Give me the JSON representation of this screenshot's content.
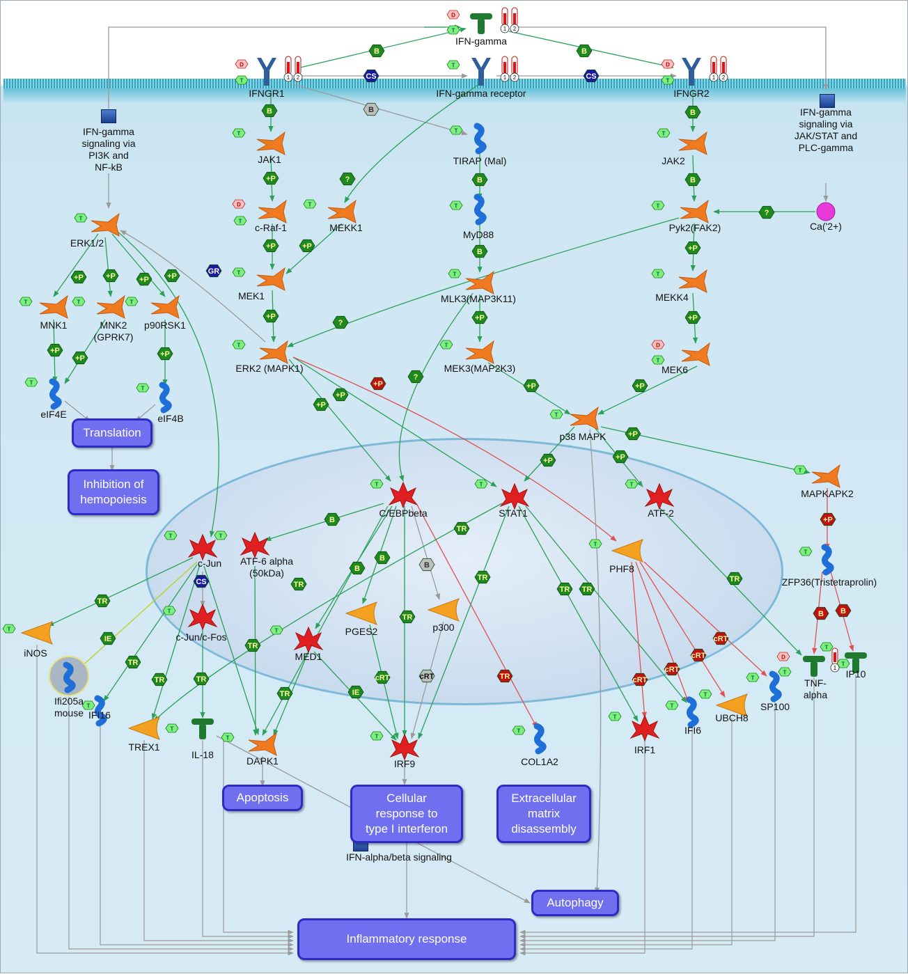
{
  "diagram": {
    "nodes": {
      "ifn_gamma": "IFN-gamma",
      "ifngr1": "IFNGR1",
      "ifn_gamma_receptor": "IFN-gamma receptor",
      "ifngr2": "IFNGR2",
      "ifn_pi3k": "IFN-gamma\nsignaling via\nPI3K and\nNF-kB",
      "ifn_jak_stat": "IFN-gamma\nsignaling via\nJAK/STAT and\nPLC-gamma",
      "jak1": "JAK1",
      "tirap": "TIRAP (Mal)",
      "jak2": "JAK2",
      "craf1": "c-Raf-1",
      "mekk1": "MEKK1",
      "myd88": "MyD88",
      "pyk2": "Pyk2(FAK2)",
      "ca2": "Ca('2+)",
      "erk12": "ERK1/2",
      "mek1": "MEK1",
      "mlk3": "MLK3(MAP3K11)",
      "mekk4": "MEKK4",
      "mnk1": "MNK1",
      "mnk2": "MNK2\n(GPRK7)",
      "p90rsk1": "p90RSK1",
      "erk2": "ERK2 (MAPK1)",
      "mek3": "MEK3(MAP2K3)",
      "mek6": "MEK6",
      "eif4e": "eIF4E",
      "eif4b": "eIF4B",
      "p38": "p38 MAPK",
      "mapkapk2": "MAPKAPK2",
      "cebpb": "C/EBPbeta",
      "stat1": "STAT1",
      "atf2": "ATF-2",
      "cjun": "c-Jun",
      "atf6": "ATF-6 alpha\n(50kDa)",
      "phf8": "PHF8",
      "zfp36": "ZFP36(Tristetraprolin)",
      "inos": "iNOS",
      "cjuncfos": "c-Jun/c-Fos",
      "pges2": "PGES2",
      "p300": "p300",
      "med1": "MED1",
      "ifi205": "Ifi205a\nmouse",
      "ifi16": "IFI16",
      "trex1": "TREX1",
      "il18": "IL-18",
      "dapk1": "DAPK1",
      "irf9": "IRF9",
      "col1a2": "COL1A2",
      "irf1": "IRF1",
      "ifi6": "IFI6",
      "ubch8": "UBCH8",
      "sp100": "SP100",
      "tnf": "TNF-\nalpha",
      "ip10": "IP10",
      "ifn_ab": "IFN-alpha/beta signaling"
    },
    "processes": {
      "translation": "Translation",
      "inhibition": "Inhibition of\nhemopoiesis",
      "apoptosis": "Apoptosis",
      "cellular_response": "Cellular\nresponse to\ntype I interferon",
      "ecm": "Extracellular\nmatrix\ndisassembly",
      "autophagy": "Autophagy",
      "inflammatory": "Inflammatory response"
    },
    "edge_labels": {
      "binding": "B",
      "phospho": "+P",
      "unknown": "?",
      "transcription": "TR",
      "complex": "CS",
      "influence": "IE",
      "crt": "cRT",
      "gr": "GR"
    },
    "badges": {
      "target": "T",
      "drug": "D",
      "one": "1",
      "two": "2"
    },
    "colors": {
      "activation": "#2aa05a",
      "inhibition": "#e05050",
      "unspecified": "#9a9a9a",
      "process_fill": "#6f6ff0",
      "process_border": "#2b2bc8",
      "kinase": "#f07a20",
      "transcription_factor": "#e02020",
      "membrane": "#2fa7c3"
    }
  }
}
